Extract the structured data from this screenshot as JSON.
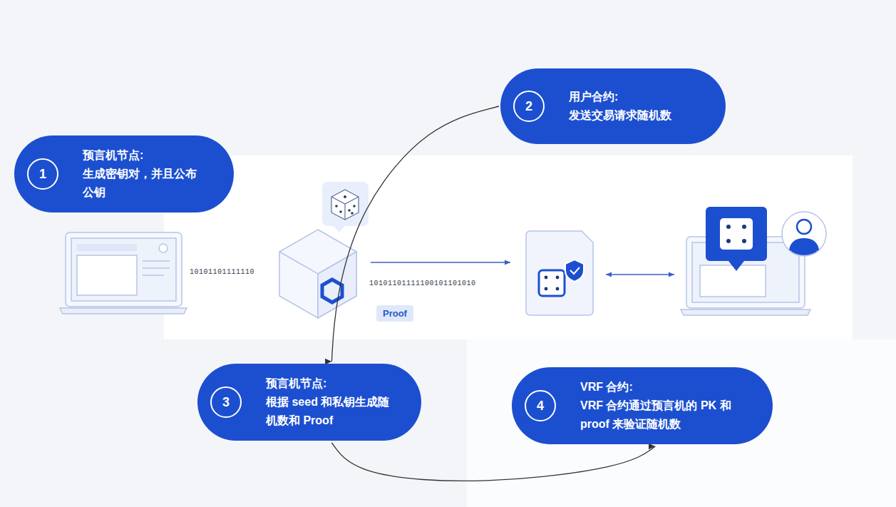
{
  "diagram": {
    "nodes": [
      {
        "text": [
          "1",
          "预言机节点:",
          "生成密钥对，并且公布公钥"
        ]
      },
      {
        "text": [
          "2",
          "用户合约:",
          "发送交易请求随机数"
        ]
      },
      {
        "text": [
          "3",
          "预言机节点:",
          "根据 seed 和私钥生成随机数和 Proof"
        ]
      },
      {
        "text": [
          "4",
          "VRF 合约:",
          "VRF 合约通过预言机的 PK 和 proof 来验证随机数"
        ]
      }
    ],
    "edges": [
      {
        "from": 1,
        "to": 2,
        "arrow": "to"
      },
      {
        "from": 2,
        "to": 3,
        "arrow": "to"
      }
    ],
    "labels": [
      "10101101111110",
      "10101101111100101101010",
      "Proof"
    ]
  }
}
